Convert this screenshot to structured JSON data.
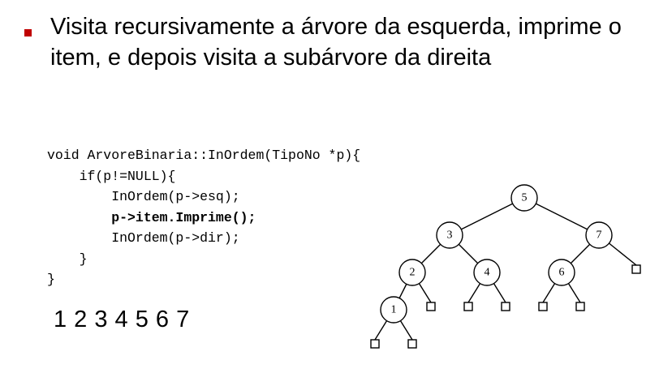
{
  "slide": {
    "bullet_text": "Visita recursivamente a árvore da esquerda, imprime o item, e depois visita a subárvore da direita",
    "accent_color": "#c00000"
  },
  "code": {
    "lines": [
      "void ArvoreBinaria::InOrdem(TipoNo *p){",
      "    if(p!=NULL){",
      "        InOrdem(p->esq);",
      "        p->item.Imprime();",
      "        InOrdem(p->dir);",
      "    }",
      "}"
    ],
    "bold_line_index": 3
  },
  "sequence": "1 2 3 4 5 6 7",
  "tree": {
    "root": {
      "label": "5",
      "left": {
        "label": "3",
        "left": {
          "label": "2",
          "left": {
            "label": "1",
            "left": null,
            "right": null
          },
          "right": null
        },
        "right": {
          "label": "4",
          "left": null,
          "right": null
        }
      },
      "right": {
        "label": "7",
        "left": {
          "label": "6",
          "left": null,
          "right": null
        },
        "right": null
      }
    }
  }
}
